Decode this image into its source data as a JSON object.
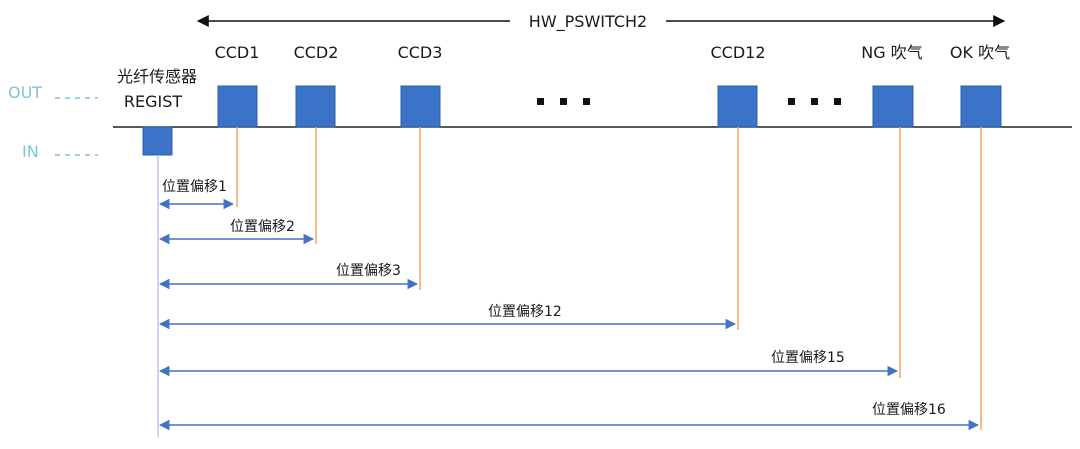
{
  "top_label": "HW_PSWITCH2",
  "out_label": "OUT",
  "in_label": "IN",
  "sensor": {
    "line1": "光纤传感器",
    "line2": "REGIST"
  },
  "stations": [
    {
      "id": "ccd1",
      "label": "CCD1"
    },
    {
      "id": "ccd2",
      "label": "CCD2"
    },
    {
      "id": "ccd3",
      "label": "CCD3"
    },
    {
      "id": "ccd12",
      "label": "CCD12"
    },
    {
      "id": "ng",
      "label": "NG 吹气"
    },
    {
      "id": "ok",
      "label": "OK 吹气"
    }
  ],
  "offsets": [
    {
      "id": "offset-1",
      "label": "位置偏移1"
    },
    {
      "id": "offset-2",
      "label": "位置偏移2"
    },
    {
      "id": "offset-3",
      "label": "位置偏移3"
    },
    {
      "id": "offset-12",
      "label": "位置偏移12"
    },
    {
      "id": "offset-15",
      "label": "位置偏移15"
    },
    {
      "id": "offset-16",
      "label": "位置偏移16"
    }
  ],
  "colors": {
    "block": "#3b73c9",
    "arrow": "#4472c4",
    "marker": "#f5a462",
    "side_text": "#7fc3d6",
    "baseline": "#222222"
  }
}
